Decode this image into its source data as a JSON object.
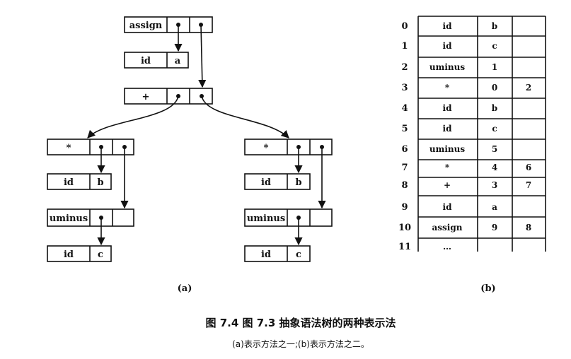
{
  "tree_a": {
    "assign": {
      "op": "assign"
    },
    "id_a": {
      "op": "id",
      "value": "a"
    },
    "plus": {
      "op": "+"
    },
    "left": {
      "mul": {
        "op": "*"
      },
      "id_b": {
        "op": "id",
        "value": "b"
      },
      "uminus": {
        "op": "uminus"
      },
      "id_c": {
        "op": "id",
        "value": "c"
      }
    },
    "right": {
      "mul": {
        "op": "*"
      },
      "id_b": {
        "op": "id",
        "value": "b"
      },
      "uminus": {
        "op": "uminus"
      },
      "id_c": {
        "op": "id",
        "value": "c"
      }
    }
  },
  "table_b": {
    "rows": [
      {
        "index": "0",
        "op": "id",
        "arg1": "b",
        "arg2": ""
      },
      {
        "index": "1",
        "op": "id",
        "arg1": "c",
        "arg2": ""
      },
      {
        "index": "2",
        "op": "uminus",
        "arg1": "1",
        "arg2": ""
      },
      {
        "index": "3",
        "op": "*",
        "arg1": "0",
        "arg2": "2"
      },
      {
        "index": "4",
        "op": "id",
        "arg1": "b",
        "arg2": ""
      },
      {
        "index": "5",
        "op": "id",
        "arg1": "c",
        "arg2": ""
      },
      {
        "index": "6",
        "op": "uminus",
        "arg1": "5",
        "arg2": ""
      },
      {
        "index": "7",
        "op": "*",
        "arg1": "4",
        "arg2": "6"
      },
      {
        "index": "8",
        "op": "+",
        "arg1": "3",
        "arg2": "7"
      },
      {
        "index": "9",
        "op": "id",
        "arg1": "a",
        "arg2": ""
      },
      {
        "index": "10",
        "op": "assign",
        "arg1": "9",
        "arg2": "8"
      },
      {
        "index": "11",
        "op": "…",
        "arg1": "",
        "arg2": ""
      }
    ]
  },
  "labels": {
    "a": "(a)",
    "b": "(b)"
  },
  "caption": {
    "title": "图 7.4   图 7.3 抽象语法树的两种表示法",
    "subtitle": "(a)表示方法之一;(b)表示方法之二。"
  }
}
